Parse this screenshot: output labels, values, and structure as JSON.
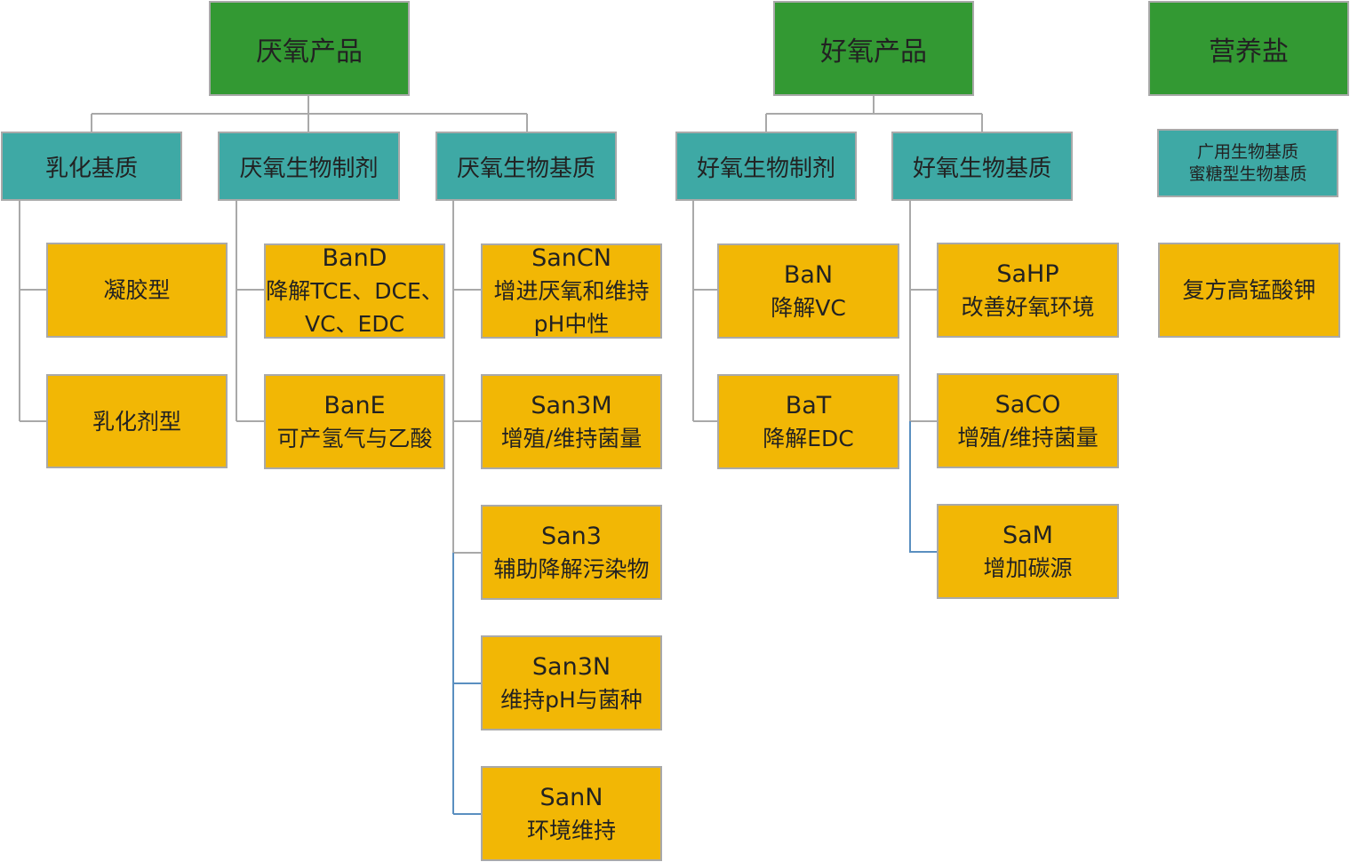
{
  "groups": [
    {
      "title": "厌氧产品",
      "categories": [
        {
          "label": "乳化基质",
          "items": [
            {
              "lines": [
                "凝胶型"
              ]
            },
            {
              "lines": [
                "乳化剂型"
              ]
            }
          ]
        },
        {
          "label": "厌氧生物制剂",
          "items": [
            {
              "lines": [
                "BanD",
                "降解TCE、DCE、",
                "VC、EDC"
              ]
            },
            {
              "lines": [
                "BanE",
                "可产氢气与乙酸"
              ]
            }
          ]
        },
        {
          "label": "厌氧生物基质",
          "items": [
            {
              "lines": [
                "SanCN",
                "增进厌氧和维持",
                "pH中性"
              ]
            },
            {
              "lines": [
                "San3M",
                "增殖/维持菌量"
              ]
            },
            {
              "lines": [
                "San3",
                "辅助降解污染物"
              ]
            },
            {
              "lines": [
                "San3N",
                "维持pH与菌种"
              ]
            },
            {
              "lines": [
                "SanN",
                "环境维持"
              ]
            }
          ]
        }
      ]
    },
    {
      "title": "好氧产品",
      "categories": [
        {
          "label": "好氧生物制剂",
          "items": [
            {
              "lines": [
                "BaN",
                "降解VC"
              ]
            },
            {
              "lines": [
                "BaT",
                "降解EDC"
              ]
            }
          ]
        },
        {
          "label": "好氧生物基质",
          "items": [
            {
              "lines": [
                "SaHP",
                "改善好氧环境"
              ]
            },
            {
              "lines": [
                "SaCO",
                "增殖/维持菌量"
              ]
            },
            {
              "lines": [
                "SaM",
                "增加碳源"
              ]
            }
          ]
        }
      ]
    },
    {
      "title": "营养盐",
      "categories": [
        {
          "label_lines": [
            "广用生物基质",
            "蜜糖型生物基质"
          ],
          "items": [
            {
              "lines": [
                "复方高锰酸钾"
              ]
            }
          ]
        }
      ]
    }
  ],
  "colors": {
    "top": "#339933",
    "category": "#3ea9a5",
    "item": "#f2b705",
    "connector": "#a9a9a9",
    "connector_accent": "#5a8fc0"
  }
}
